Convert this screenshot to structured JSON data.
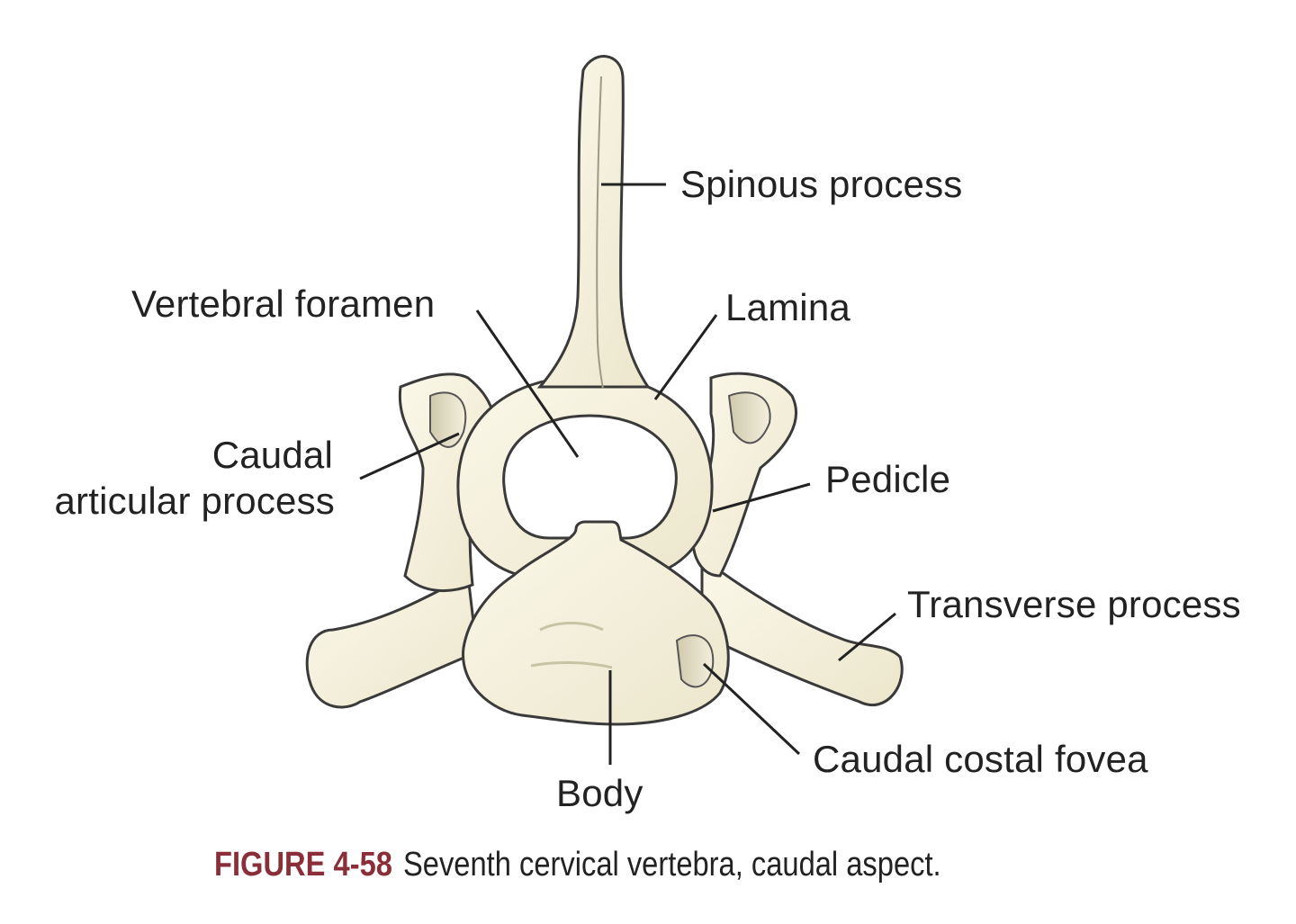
{
  "labels": {
    "spinous_process": "Spinous process",
    "vertebral_foramen": "Vertebral foramen",
    "lamina": "Lamina",
    "caudal_articular_line1": "Caudal",
    "caudal_articular_line2": "articular process",
    "pedicle": "Pedicle",
    "transverse_process": "Transverse process",
    "caudal_costal_fovea": "Caudal costal fovea",
    "body": "Body"
  },
  "caption": {
    "figure_number": "FIGURE 4-58",
    "text": "Seventh cervical vertebra, caudal aspect."
  },
  "colors": {
    "bone_fill": "#f3efdc",
    "bone_shade": "#b9b49a",
    "outline": "#3a3a3a",
    "label_text": "#222222",
    "figure_number": "#8a2f3a"
  }
}
